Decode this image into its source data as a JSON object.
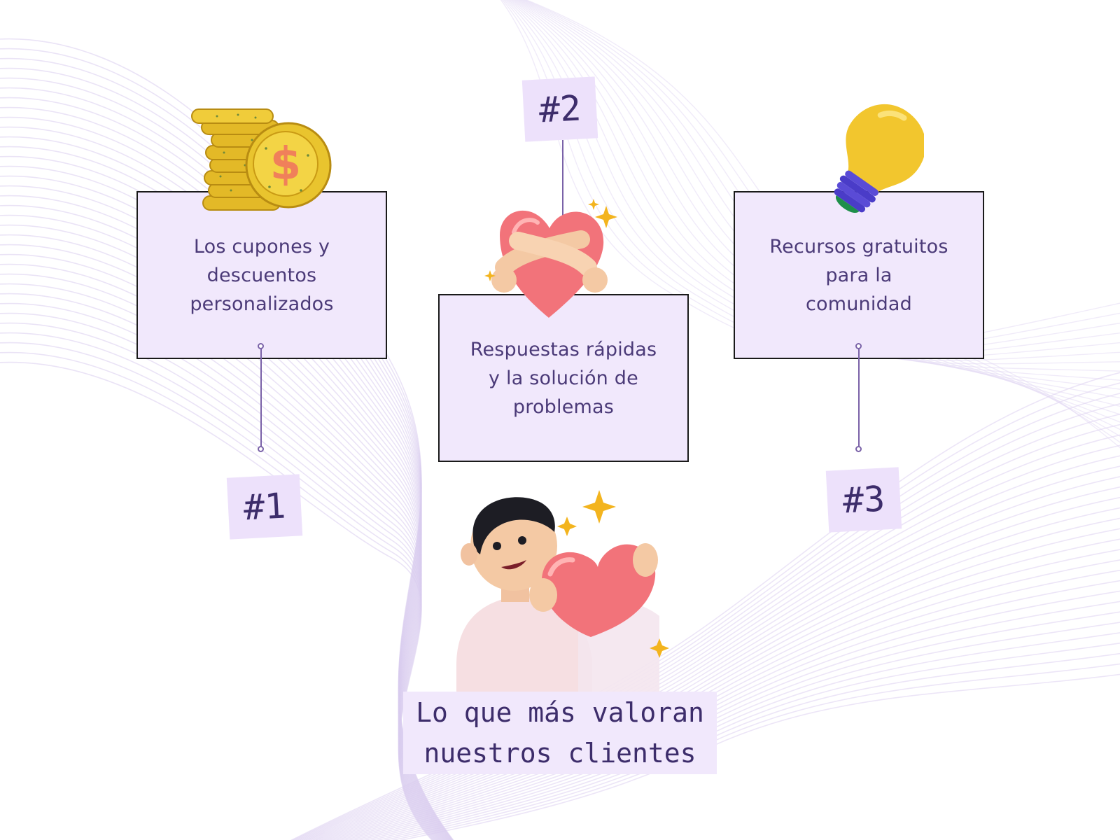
{
  "items": [
    {
      "rank": "#1",
      "text": "Los cupones y\ndescuentos\npersonalizados",
      "icon": "coin-stack-icon"
    },
    {
      "rank": "#2",
      "text": "Respuestas rápidas\ny la solución de\nproblemas",
      "icon": "heart-hug-icon"
    },
    {
      "rank": "#3",
      "text": "Recursos gratuitos\npara la\ncomunidad",
      "icon": "light-bulb-icon"
    }
  ],
  "caption": {
    "line1": "Lo que más valoran",
    "line2": "nuestros clientes"
  },
  "colors": {
    "box_fill": "#f1e8fc",
    "text": "#4b3a78",
    "accent": "#7a62a8",
    "heart": "#f2737a",
    "coin": "#e9c42e",
    "bulb": "#f2c62e"
  }
}
